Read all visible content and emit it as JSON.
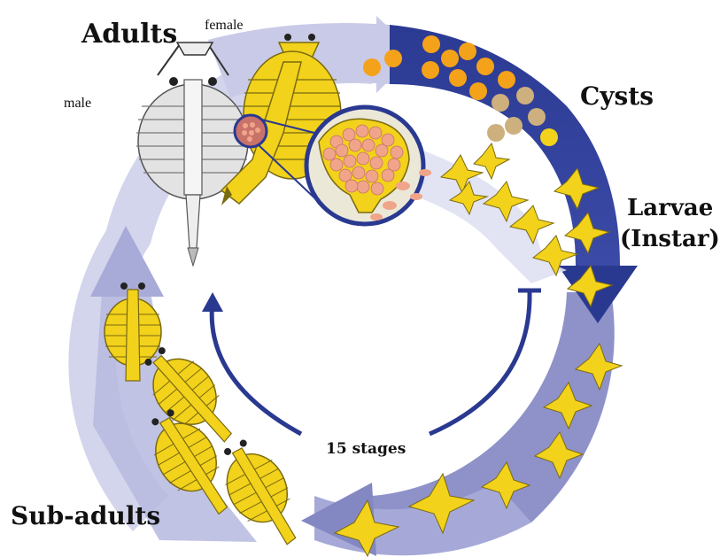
{
  "labels": {
    "adults": "Adults",
    "female": "female",
    "male": "male",
    "cysts": "Cysts",
    "larvae_line1": "Larvae",
    "larvae_line2": "(Instar)",
    "stages": "15 stages",
    "subadults": "Sub-adults"
  },
  "colors": {
    "ring_light": "#c9cbe6",
    "ring_mid": "#9a9dcf",
    "ring_dark": "#2a3990",
    "inner_arrow": "#2a3990",
    "creature_yellow": "#f2d21b",
    "creature_outline": "#7a6a10",
    "cyst_orange": "#f4a21a",
    "cyst_tan": "#cdb07e",
    "egg_pink": "#f0a58a",
    "male_grey": "#dcdcdc"
  },
  "icons": {
    "female_adult": "female-artemia-icon",
    "male_adult": "male-artemia-icon",
    "brood_pouch": "brood-pouch-magnified-icon",
    "cyst": "cyst-icon",
    "larva": "nauplius-larva-icon",
    "subadult": "subadult-artemia-icon"
  }
}
